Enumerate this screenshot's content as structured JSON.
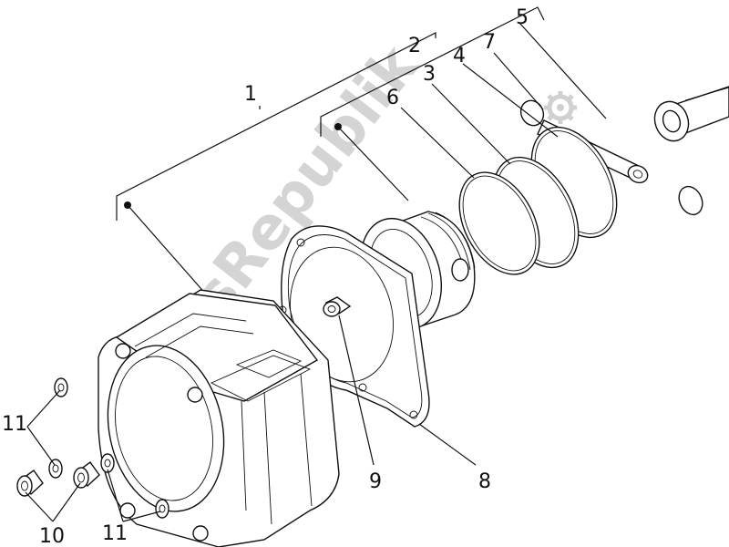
{
  "watermark": "PartsRepublik",
  "callouts": {
    "c1": "1",
    "c2": "2",
    "c3": "3",
    "c4": "4",
    "c5": "5",
    "c6": "6",
    "c7": "7",
    "c8": "8",
    "c9": "9",
    "c10": "10",
    "c11a": "11",
    "c11b": "11"
  }
}
